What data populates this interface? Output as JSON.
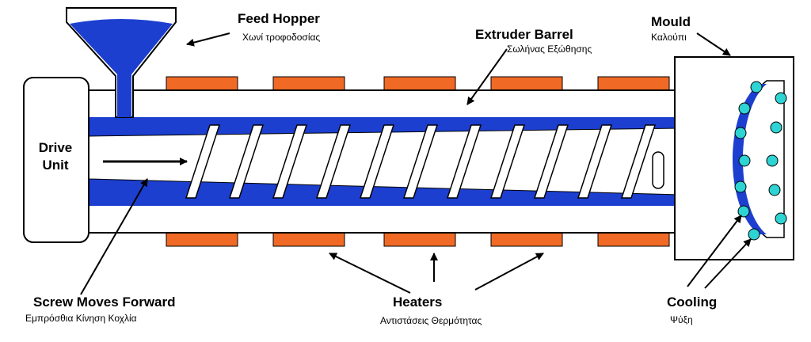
{
  "labels": {
    "feed_hopper": {
      "en": "Feed Hopper",
      "gr": "Χωνί τροφοδοσίας"
    },
    "extruder_barrel": {
      "en": "Extruder Barrel",
      "gr": "Σωλήνας Εξώθησης"
    },
    "mould": {
      "en": "Mould",
      "gr": "Καλούπι"
    },
    "drive_unit": {
      "line1": "Drive",
      "line2": "Unit"
    },
    "screw_moves_forward": {
      "en": "Screw Moves Forward",
      "gr": "Εμπρόσθια Κίνηση Κοχλία"
    },
    "heaters": {
      "en": "Heaters",
      "gr": "Αντιστάσεις Θερμότητας"
    },
    "cooling": {
      "en": "Cooling",
      "gr": "Ψύξη"
    }
  },
  "colors": {
    "plastic": "#1c3fcf",
    "heater": "#f06a25",
    "cooling_dot": "#2ed3d3",
    "outline": "#000000"
  }
}
